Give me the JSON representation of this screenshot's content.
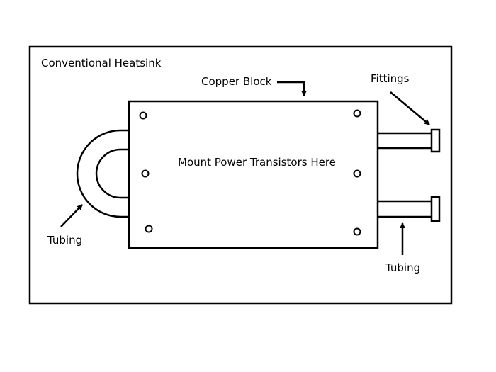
{
  "colors": {
    "stroke": "#000000",
    "background": "#ffffff"
  },
  "labels": {
    "frame_title": "Conventional Heatsink",
    "copper_block": "Copper Block",
    "fittings": "Fittings",
    "mount_text": "Mount Power Transistors Here",
    "tubing_left": "Tubing",
    "tubing_right": "Tubing"
  }
}
